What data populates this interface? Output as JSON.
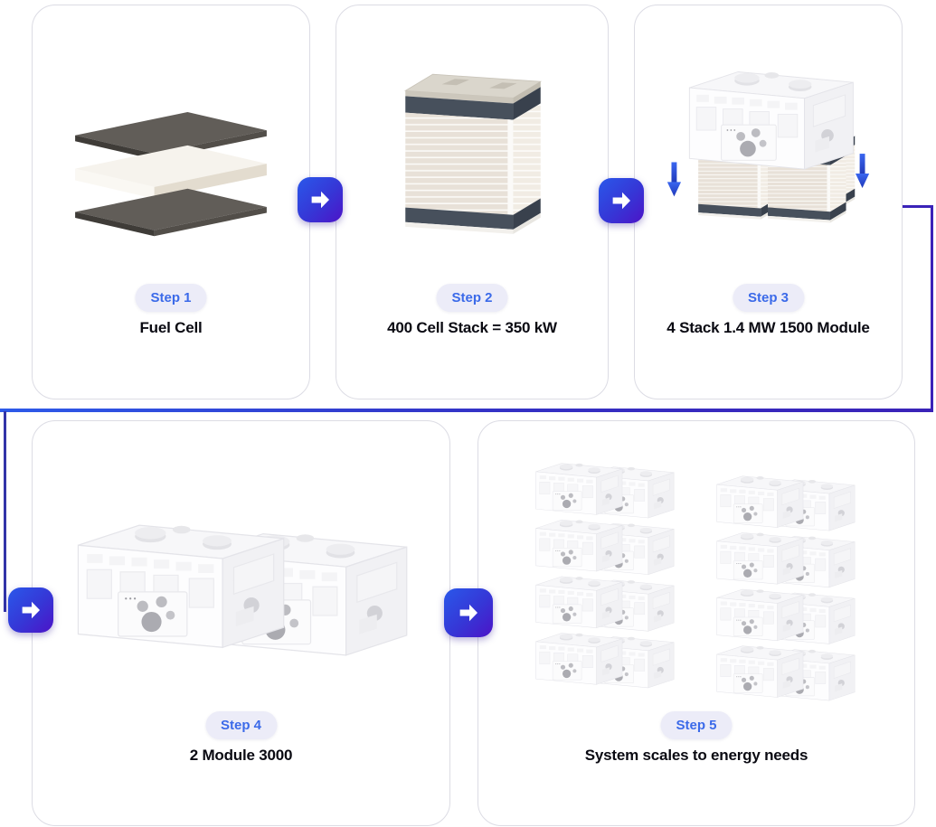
{
  "diagram": {
    "name": "fuel-cell-system-scaling-flow",
    "steps": [
      {
        "badge": "Step 1",
        "label": "Fuel Cell",
        "illustration": "fuel-cell-plate-illustration"
      },
      {
        "badge": "Step 2",
        "label": "400 Cell Stack = 350 kW",
        "illustration": "cell-stack-illustration"
      },
      {
        "badge": "Step 3",
        "label": "4 Stack 1.4 MW 1500 Module",
        "illustration": "module-on-stacks-illustration"
      },
      {
        "badge": "Step 4",
        "label": "2 Module 3000",
        "illustration": "two-modules-illustration"
      },
      {
        "badge": "Step 5",
        "label": "System scales to energy needs",
        "illustration": "module-grid-illustration"
      }
    ],
    "icons": {
      "step_arrow": "right-arrow-icon",
      "lowering_arrow": "down-arrow-icon"
    },
    "connector": {
      "path": "step3-right-edge to step4-left-arrow",
      "segments": [
        "stub-right-from-step3",
        "right-vertical",
        "full-width-horizontal",
        "left-vertical"
      ]
    },
    "colors": {
      "accent_blue": "#2d5ae9",
      "accent_indigo": "#3a23b8",
      "arrow_gradient_start": "#2b55e8",
      "arrow_gradient_end": "#4a17c9",
      "badge_bg": "#ececf8",
      "badge_text": "#3b6ae9",
      "card_border": "#dcdce4",
      "label_text": "#0a0a12",
      "stack_band": "#47505c",
      "stack_body": "#e8e1d8"
    }
  },
  "steps": [
    {
      "badge": "Step 1",
      "label": "Fuel Cell"
    },
    {
      "badge": "Step 2",
      "label": "400 Cell Stack = 350 kW"
    },
    {
      "badge": "Step 3",
      "label": "4 Stack 1.4 MW 1500 Module"
    },
    {
      "badge": "Step 4",
      "label": "2 Module 3000"
    },
    {
      "badge": "Step 5",
      "label": "System scales to energy needs"
    }
  ]
}
